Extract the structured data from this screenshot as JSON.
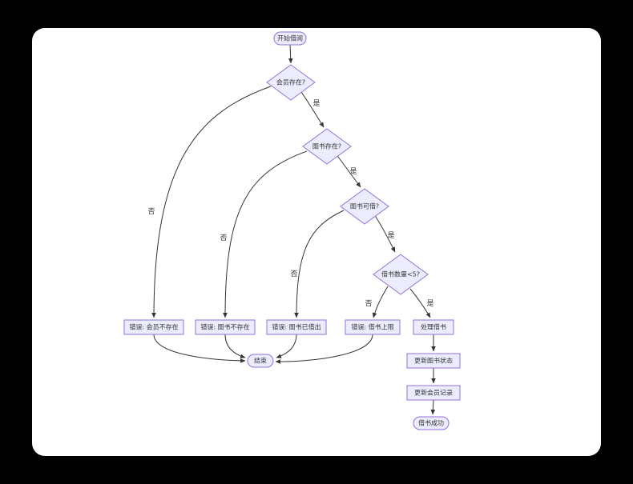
{
  "diagram": {
    "type": "flowchart",
    "topic": "library-book-borrow-flow",
    "colors": {
      "node_fill": "#ECECFF",
      "node_stroke": "#9370DB",
      "edge": "#333333",
      "label_text": "#333333",
      "canvas": "#ffffff",
      "page_bg": "#000000"
    },
    "nodes": {
      "start": {
        "label": "开始借阅",
        "type": "stadium"
      },
      "member_check": {
        "label": "会员存在?",
        "type": "diamond"
      },
      "book_check": {
        "label": "图书存在?",
        "type": "diamond"
      },
      "avail_check": {
        "label": "图书可借?",
        "type": "diamond"
      },
      "count_check": {
        "label": "借书数量<5?",
        "type": "diamond"
      },
      "process": {
        "label": "处理借书",
        "type": "rect"
      },
      "update_book": {
        "label": "更新图书状态",
        "type": "rect"
      },
      "update_member": {
        "label": "更新会员记录",
        "type": "rect"
      },
      "success": {
        "label": "借书成功",
        "type": "stadium"
      },
      "err_member": {
        "label": "错误: 会员不存在",
        "type": "rect"
      },
      "err_book": {
        "label": "错误: 图书不存在",
        "type": "rect"
      },
      "err_borrowed": {
        "label": "错误: 图书已借出",
        "type": "rect"
      },
      "err_limit": {
        "label": "错误: 借书上限",
        "type": "rect"
      },
      "end": {
        "label": "结束",
        "type": "stadium"
      }
    },
    "edge_labels": {
      "yes1": "是",
      "yes2": "是",
      "yes3": "是",
      "yes4": "是",
      "no1": "否",
      "no2": "否",
      "no3": "否",
      "no4": "否"
    }
  }
}
